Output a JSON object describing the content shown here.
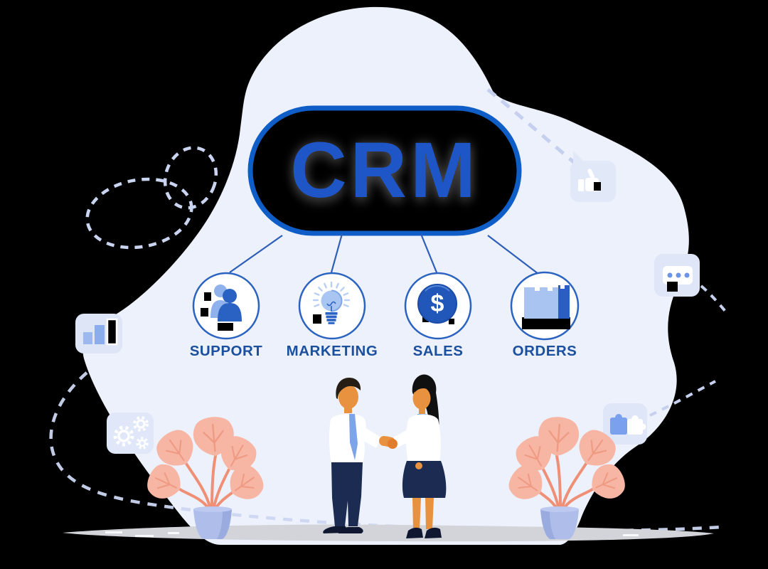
{
  "title": "CRM",
  "departments": [
    {
      "label": "SUPPORT",
      "icon": "team-people-icon"
    },
    {
      "label": "MARKETING",
      "icon": "lightbulb-idea-icon"
    },
    {
      "label": "SALES",
      "icon": "dollar-coin-icon",
      "icon_glyph": "$"
    },
    {
      "label": "ORDERS",
      "icon": "package-box-icon"
    }
  ],
  "decorative_icons": [
    "thumbs-up-icon",
    "chat-dots-icon",
    "bar-chart-icon",
    "gears-icon",
    "puzzle-piece-icon"
  ],
  "scene": {
    "figures": "businessman-businesswoman-handshake",
    "plants": 2
  },
  "colors": {
    "title_blue": "#1e55c7",
    "pill_border_blue": "#0f5ec7",
    "circle_border_blue": "#2b63c0",
    "label_blue": "#1b509f",
    "blob_light": "#edf1fb",
    "tile_light": "#dfe7f8",
    "ground_gray": "#d2d4da",
    "leaf_pink": "#f7b5a4",
    "pot_periwinkle": "#aebdea",
    "skin_orange": "#e8913f",
    "suit_navy": "#1c2b52"
  }
}
